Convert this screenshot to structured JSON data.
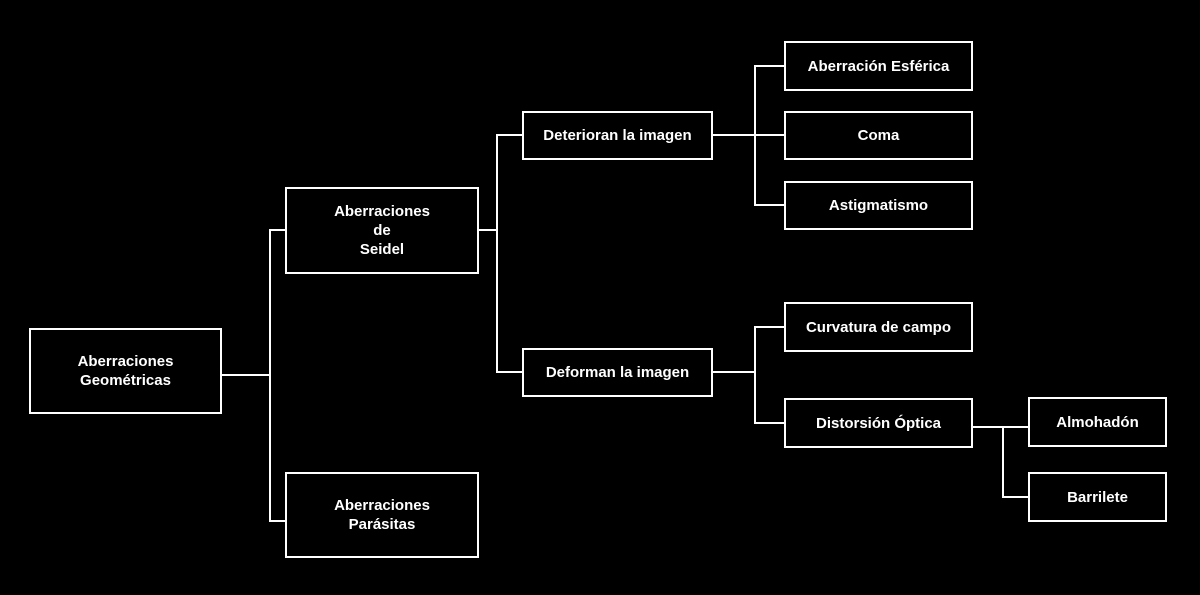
{
  "diagram": {
    "root": "Aberraciones\nGeométricas",
    "seidel": "Aberraciones\nde\nSeidel",
    "parasitas": "Aberraciones\nParásitas",
    "deterioran": "Deterioran la imagen",
    "deforman": "Deforman la imagen",
    "esferica": "Aberración Esférica",
    "coma": "Coma",
    "astigmatismo": "Astigmatismo",
    "curvatura": "Curvatura de campo",
    "distorsion": "Distorsión Óptica",
    "almohadon": "Almohadón",
    "barrilete": "Barrilete"
  },
  "colors": {
    "background": "#000000",
    "foreground": "#ffffff"
  }
}
